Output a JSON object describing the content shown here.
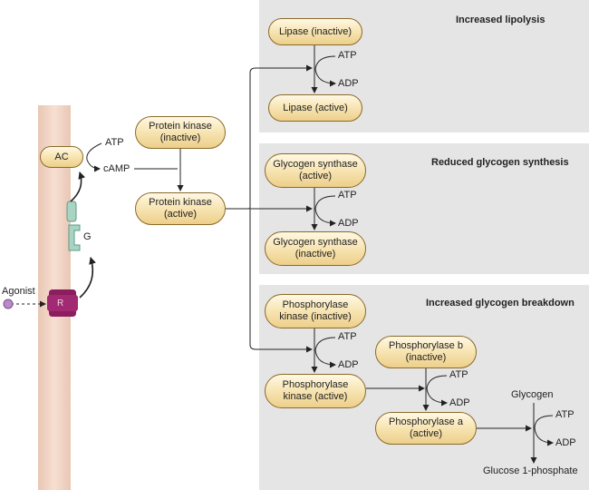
{
  "membrane": {
    "ac_label": "AC",
    "atp": "ATP",
    "camp": "cAMP",
    "g_label": "G",
    "receptor_label": "R",
    "agonist_label": "Agonist"
  },
  "protein_kinase": {
    "inactive": "Protein kinase\n(inactive)",
    "active": "Protein kinase\n(active)"
  },
  "panels": {
    "lipolysis": {
      "title": "Increased lipolysis",
      "top_enzyme": "Lipase (inactive)",
      "bottom_enzyme": "Lipase (active)",
      "atp": "ATP",
      "adp": "ADP"
    },
    "glycogen_synthesis": {
      "title": "Reduced glycogen synthesis",
      "top_enzyme": "Glycogen synthase\n(active)",
      "bottom_enzyme": "Glycogen synthase\n(inactive)",
      "atp": "ATP",
      "adp": "ADP"
    },
    "glycogen_breakdown": {
      "title": "Increased glycogen breakdown",
      "kinase_inactive": "Phosphorylase\nkinase (inactive)",
      "kinase_active": "Phosphorylase\nkinase (active)",
      "phos_b": "Phosphorylase b\n(inactive)",
      "phos_a": "Phosphorylase a\n(active)",
      "atp1": "ATP",
      "adp1": "ADP",
      "atp2": "ATP",
      "adp2": "ADP",
      "atp3": "ATP",
      "adp3": "ADP",
      "glycogen": "Glycogen",
      "glucose": "Glucose 1-phosphate"
    }
  },
  "colors": {
    "panel_bg": "#e5e5e6",
    "pill_border": "#8a6a2a",
    "receptor": "#8c1d5e",
    "g_protein": "#a9d4c4",
    "membrane": "#f2d4c4"
  }
}
